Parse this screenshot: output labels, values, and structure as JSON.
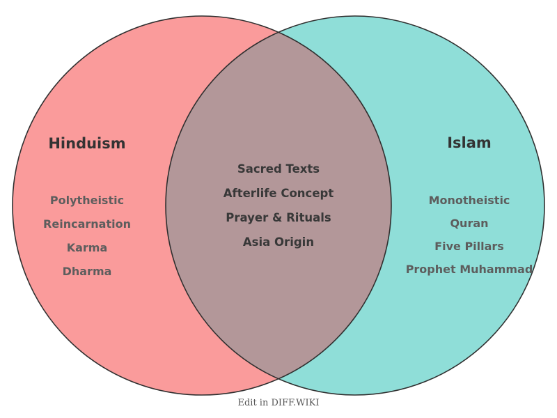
{
  "colors": {
    "left_fill": "#FA9B9B",
    "right_fill": "#8FDED8",
    "overlap_fill": "#B39799",
    "outline": "#2F2F2F"
  },
  "venn": {
    "left": {
      "title": "Hinduism",
      "items": [
        "Polytheistic",
        "Reincarnation",
        "Karma",
        "Dharma"
      ]
    },
    "middle": {
      "items": [
        "Sacred Texts",
        "Afterlife Concept",
        "Prayer & Rituals",
        "Asia Origin"
      ]
    },
    "right": {
      "title": "Islam",
      "items": [
        "Monotheistic",
        "Quran",
        "Five Pillars",
        "Prophet Muhammad"
      ]
    }
  },
  "footer": {
    "caption": "Edit in DIFF.WIKI"
  }
}
